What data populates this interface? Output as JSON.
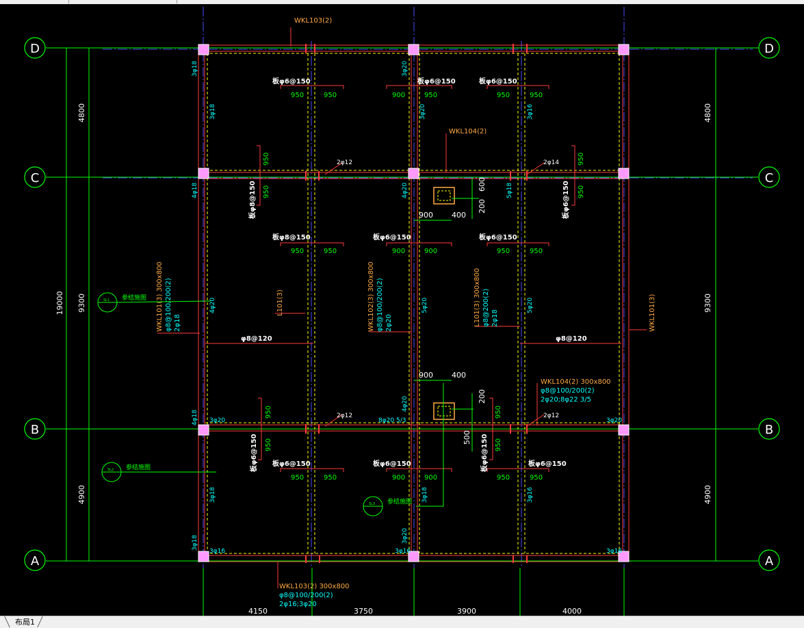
{
  "app": {
    "layout_tab_label": "布局1"
  },
  "colors": {
    "background": "#000000",
    "axis": "#00ff00",
    "dim_text": "#ffffff",
    "beam": "#ff3b3b",
    "beam_hidden": "#ffff00",
    "centerline": "#4a4aff",
    "rebar_text": "#00ffff",
    "label_orange": "#ffaa44",
    "column": "#ff99ff"
  },
  "axes": {
    "vertical": [
      {
        "name": "D",
        "height_dim": "4800"
      },
      {
        "name": "C",
        "height_dim": "9300"
      },
      {
        "name": "B",
        "height_dim": "4900"
      },
      {
        "name": "A"
      }
    ],
    "total_height": "19000",
    "bays_x": [
      "4150",
      "3750",
      "3900",
      "4000"
    ]
  },
  "beam_labels": {
    "top": "WKL103(2)",
    "bottom": "WKL103(2) 300x800",
    "bottom_l2": "φ8@100/200(2)",
    "bottom_l3": "2φ16;3φ20",
    "wkl104_c": "WKL104(2)",
    "wkl104_b": "WKL104(2) 300x800",
    "wkl104_b_l2": "φ8@100/200(2)",
    "wkl104_b_l3": "2φ20;8φ22 3/5",
    "wkl101_left": "WKL101(3) 300x800",
    "wkl101_left_l2": "φ8@100/200(2)",
    "wkl101_left_l3": "2φ18",
    "wkl102": "WKL102(3) 300x800",
    "wkl102_l2": "φ8@100/200(2)",
    "wkl102_l3": "2φ20",
    "l101_mid": "L101(3) 300x800",
    "l101_mid_l2": "φ8@200(2)",
    "l101_mid_l3": "2φ18",
    "l101_small": "L101(3)",
    "wkl101_right": "WKL101(3)"
  },
  "slab_rebar": {
    "top_row": [
      "板φ6@150",
      "板φ6@150",
      "板φ6@150"
    ],
    "mid_row": [
      "板φ8@150",
      "板φ6@150",
      "板φ6@150"
    ],
    "bot_row": [
      "板φ6@150",
      "板φ6@150",
      "板φ6@150"
    ],
    "side_c": [
      "板φ8@150",
      "板φ6@150"
    ],
    "side_b": [
      "板φ6@150",
      "板φ6@150"
    ],
    "dist": "φ8@120",
    "dims_950": "950",
    "dims_900": "900"
  },
  "rebar_marks": {
    "r3_18": "3φ18",
    "r3_20": "3φ20",
    "r3_16": "3φ16",
    "r4_18": "4φ18",
    "r4_20": "4φ20",
    "r5_18": "5φ18",
    "r5_20": "5φ20",
    "r2_12": "2φ12",
    "r2_14": "2φ14",
    "r8_20": "8φ20 5/3"
  },
  "detail_dims": {
    "d900": "900",
    "d400": "400",
    "d600": "600",
    "d200": "200",
    "d500": "500"
  },
  "callouts": {
    "ref_text": "参结施图",
    "sl1": "SL1",
    "sl2": "SL2",
    "sl3": "SL3"
  }
}
